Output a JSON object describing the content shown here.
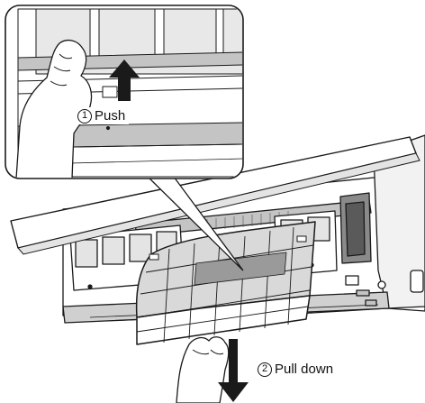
{
  "steps": [
    {
      "number": "1",
      "action": "Push"
    },
    {
      "number": "2",
      "action": "Pull down"
    }
  ],
  "colors": {
    "line": "#1a1a1a",
    "panel_fill": "#ffffff",
    "shade_light": "#e4e4e4",
    "shade_mid": "#c4c4c4",
    "shade_dark": "#8a8a8a",
    "filter_fill": "#d9d9d9",
    "arrow": "#1a1a1a"
  },
  "icons": {
    "step_1": "circled-digit-one",
    "step_2": "circled-digit-two",
    "direction_1": "arrow-up-icon",
    "direction_2": "arrow-down-icon"
  }
}
